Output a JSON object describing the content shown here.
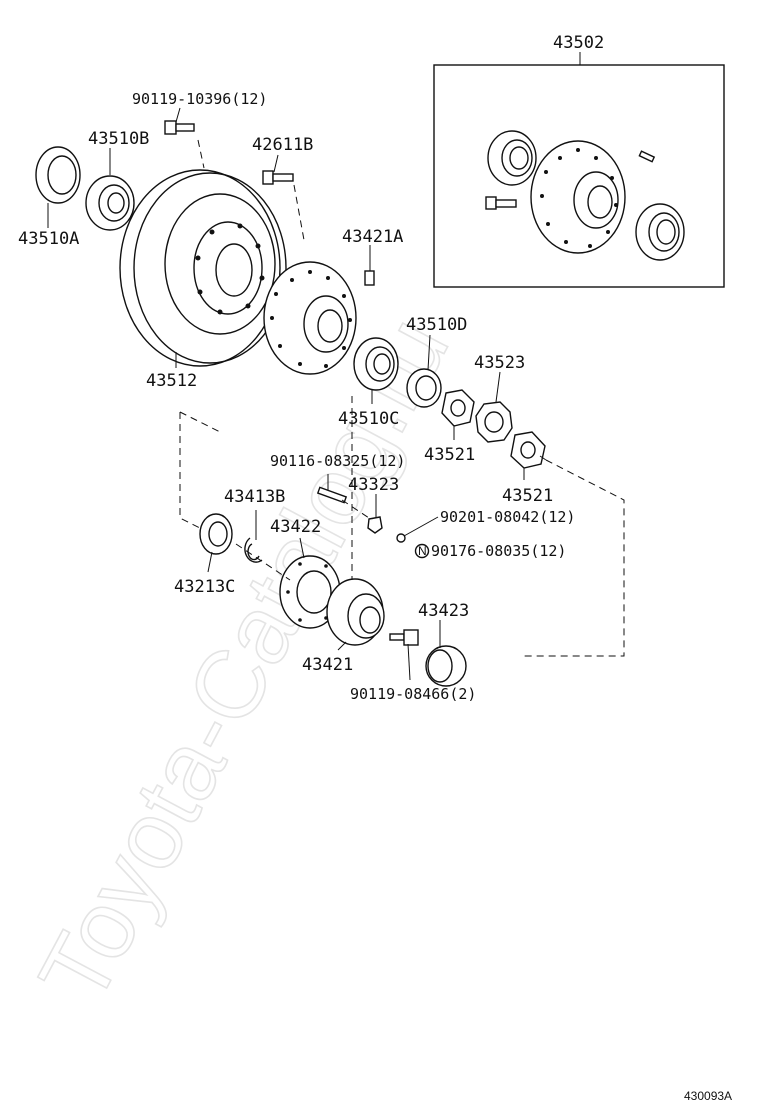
{
  "parts": {
    "p43502": "43502",
    "p90119_10396": "90119-10396(12)",
    "p43510B": "43510B",
    "p42611B": "42611B",
    "p43510A": "43510A",
    "p43421A": "43421A",
    "p43510D": "43510D",
    "p43523": "43523",
    "p43512": "43512",
    "p43510C": "43510C",
    "p43521a": "43521",
    "p43521b": "43521",
    "p90116_08325": "90116-08325(12)",
    "p43323": "43323",
    "p43413B": "43413B",
    "p43422": "43422",
    "p90201_08042": "90201-08042(12)",
    "p90176_08035": "90176-08035(12)",
    "p43213C": "43213C",
    "p43423": "43423",
    "p43421": "43421",
    "p90119_08466": "90119-08466(2)"
  },
  "note_marker": "N",
  "watermark": "Toyota-Catalog.ru",
  "diagram_code": "430093A"
}
